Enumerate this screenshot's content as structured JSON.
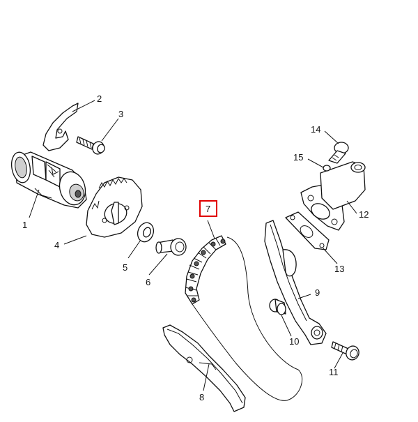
{
  "diagram": {
    "callouts": [
      {
        "id": "c1",
        "label": "1"
      },
      {
        "id": "c2",
        "label": "2"
      },
      {
        "id": "c3",
        "label": "3"
      },
      {
        "id": "c4",
        "label": "4"
      },
      {
        "id": "c5",
        "label": "5"
      },
      {
        "id": "c6",
        "label": "6"
      },
      {
        "id": "c7",
        "label": "7"
      },
      {
        "id": "c8",
        "label": "8"
      },
      {
        "id": "c9",
        "label": "9"
      },
      {
        "id": "c10",
        "label": "10"
      },
      {
        "id": "c11",
        "label": "11"
      },
      {
        "id": "c12",
        "label": "12"
      },
      {
        "id": "c13",
        "label": "13"
      },
      {
        "id": "c14",
        "label": "14"
      },
      {
        "id": "c15",
        "label": "15"
      }
    ],
    "highlighted_callout": "7",
    "highlight_color": "#e00000",
    "line_color": "#111111"
  }
}
